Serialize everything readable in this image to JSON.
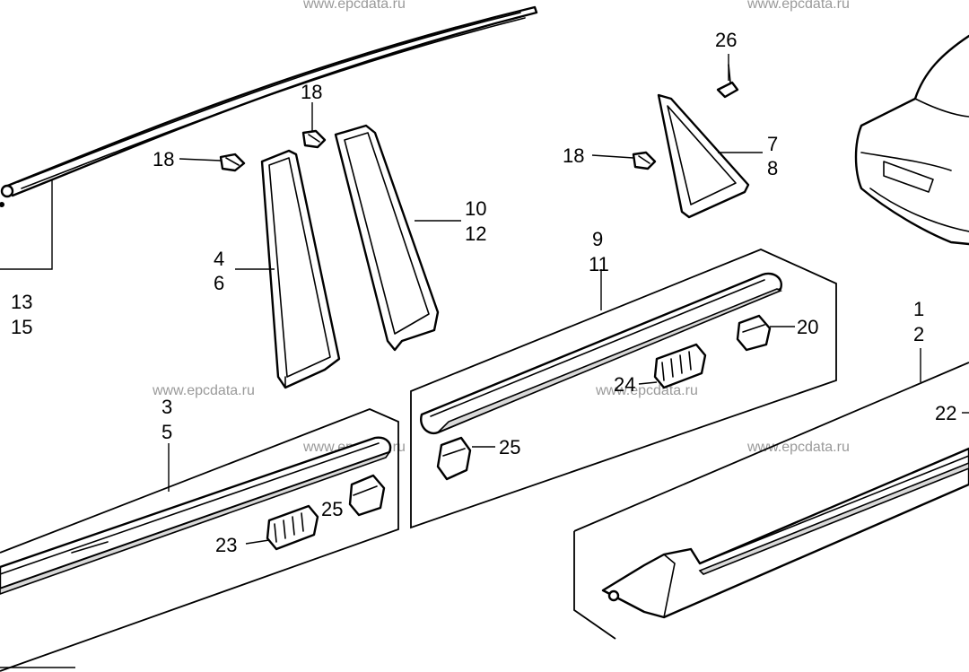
{
  "watermark": "www.epcdata.ru",
  "callouts": {
    "c26": "26",
    "c18a": "18",
    "c18b": "18",
    "c18c": "18",
    "c7": "7",
    "c8": "8",
    "c10": "10",
    "c12": "12",
    "c4": "4",
    "c6": "6",
    "c13": "13",
    "c15": "15",
    "c9": "9",
    "c11": "11",
    "c20": "20",
    "c1": "1",
    "c2": "2",
    "c22": "22",
    "c24": "24",
    "c3": "3",
    "c5": "5",
    "c25a": "25",
    "c25b": "25",
    "c23": "23"
  }
}
